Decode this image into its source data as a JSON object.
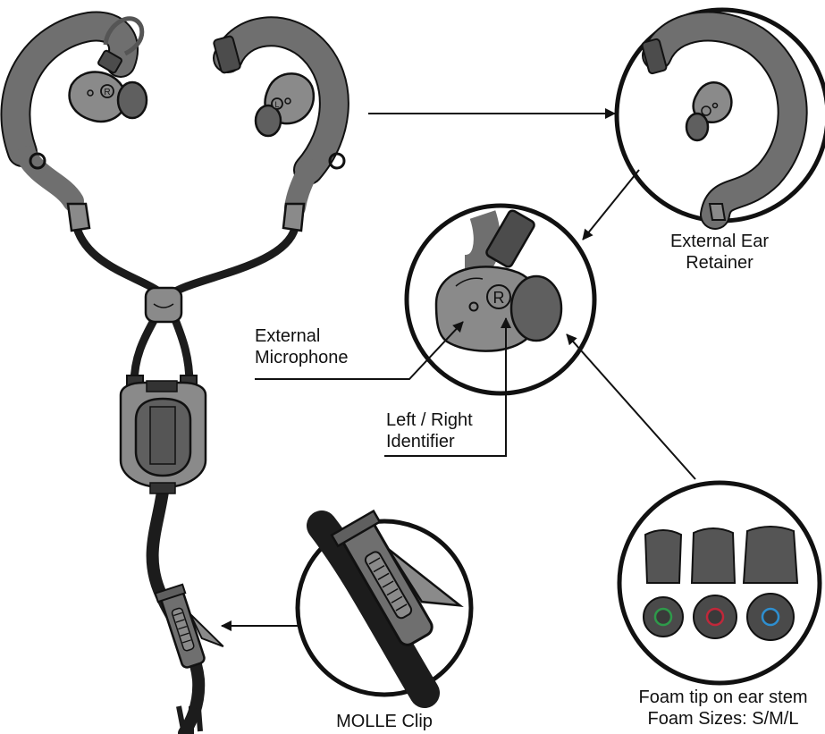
{
  "labels": {
    "external_microphone": [
      "External",
      "Microphone"
    ],
    "left_right_identifier": [
      "Left / Right",
      "Identifier"
    ],
    "external_ear_retainer": [
      "External Ear",
      "Retainer"
    ],
    "foam": [
      "Foam tip on ear stem",
      "Foam Sizes: S/M/L"
    ],
    "molle_clip": "MOLLE Clip"
  },
  "device_letters": {
    "right_earpiece": "R",
    "left_earpiece": "L"
  },
  "colors": {
    "body_gray": "#8a8a8a",
    "dark_gray": "#5f5f5f",
    "cable": "#1c1c1c",
    "outline": "#111111",
    "foam_ring_small": "#2e9a4a",
    "foam_ring_medium": "#c0283a",
    "foam_ring_large": "#2e8fd0"
  },
  "icons": {
    "arrow": "arrowhead",
    "earpiece": "in-ear-earpiece",
    "clip": "molle-clip"
  }
}
